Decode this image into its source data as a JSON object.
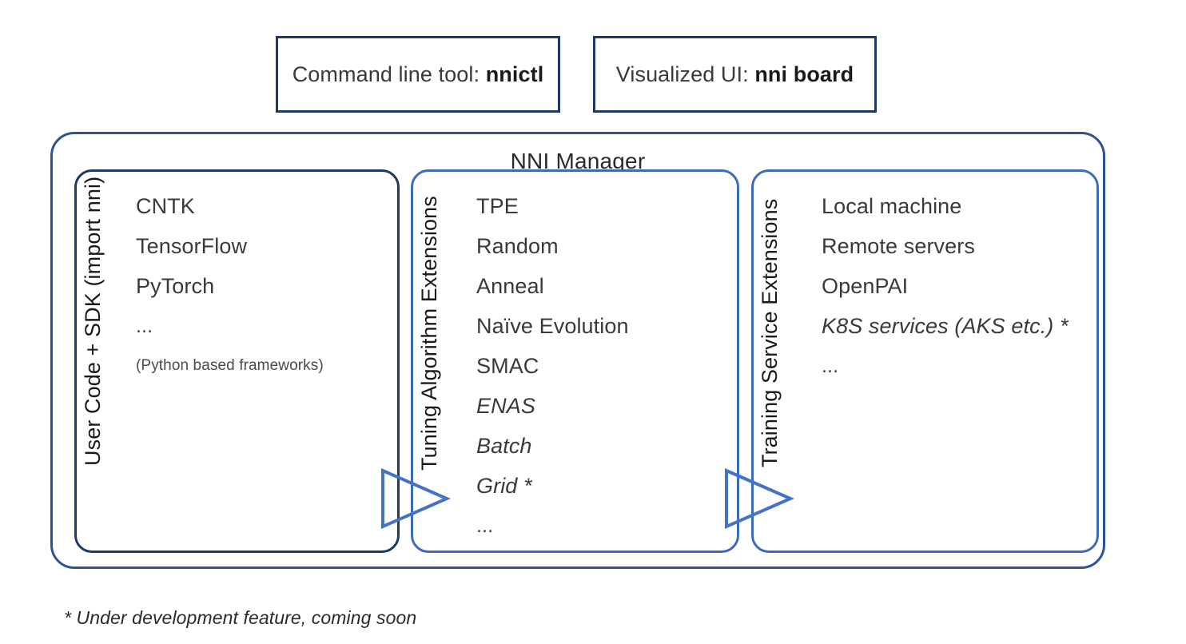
{
  "diagram": {
    "title": "NNI Manager",
    "footnote": "* Under development feature, coming soon",
    "colors": {
      "outer_border": "#2E5395",
      "top_box_border": "#1F3864",
      "user_panel_border": "#1F3864",
      "extension_panel_border": "#3E6BB5",
      "arrow": "#4472C4",
      "text": "#3A3A3A"
    }
  },
  "top_boxes": [
    {
      "id": "command-line-tool",
      "prefix": "Command line tool: ",
      "emphasis": "nnictl"
    },
    {
      "id": "visualized-ui",
      "prefix": "Visualized UI: ",
      "emphasis": "nni board"
    }
  ],
  "panels": [
    {
      "id": "user-code",
      "side_label": "User Code + SDK (import nni)",
      "items": [
        {
          "text": "CNTK",
          "style": "normal"
        },
        {
          "text": "TensorFlow",
          "style": "normal"
        },
        {
          "text": "PyTorch",
          "style": "normal"
        },
        {
          "text": "...",
          "style": "dots"
        },
        {
          "text": "(Python based frameworks)",
          "style": "small"
        }
      ]
    },
    {
      "id": "tuning-algorithm-extensions",
      "side_label": "Tuning Algorithm Extensions",
      "items": [
        {
          "text": "TPE",
          "style": "normal"
        },
        {
          "text": "Random",
          "style": "normal"
        },
        {
          "text": "Anneal",
          "style": "normal"
        },
        {
          "text": "Naïve Evolution",
          "style": "normal"
        },
        {
          "text": "SMAC",
          "style": "normal"
        },
        {
          "text": "ENAS",
          "style": "italic"
        },
        {
          "text": "Batch",
          "style": "italic"
        },
        {
          "text": "Grid *",
          "style": "italic"
        },
        {
          "text": "...",
          "style": "dots"
        }
      ]
    },
    {
      "id": "training-service-extensions",
      "side_label": "Training Service Extensions",
      "items": [
        {
          "text": "Local machine",
          "style": "normal"
        },
        {
          "text": "Remote servers",
          "style": "normal"
        },
        {
          "text": "OpenPAI",
          "style": "normal"
        },
        {
          "text": "K8S services (AKS etc.) *",
          "style": "italic"
        },
        {
          "text": "...",
          "style": "dots"
        }
      ]
    }
  ],
  "arrows": [
    {
      "id": "user-to-tuner",
      "direction": "right"
    },
    {
      "id": "tuner-to-training",
      "direction": "right"
    }
  ]
}
